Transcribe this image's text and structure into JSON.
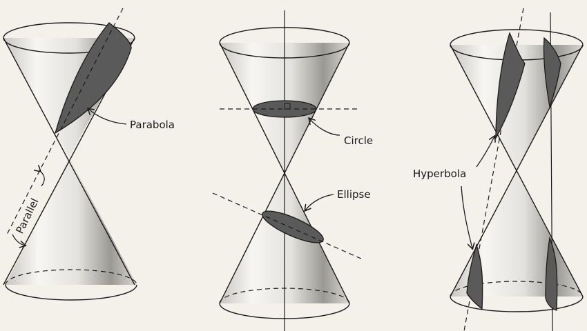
{
  "labels": {
    "parabola": "Parabola",
    "parallel": "Parallel",
    "circle": "Circle",
    "ellipse": "Ellipse",
    "hyperbola": "Hyperbola"
  },
  "colors": {
    "background": "#f4f1ea",
    "ink": "#1a1a1a",
    "section_fill": "#5a5a5a"
  }
}
